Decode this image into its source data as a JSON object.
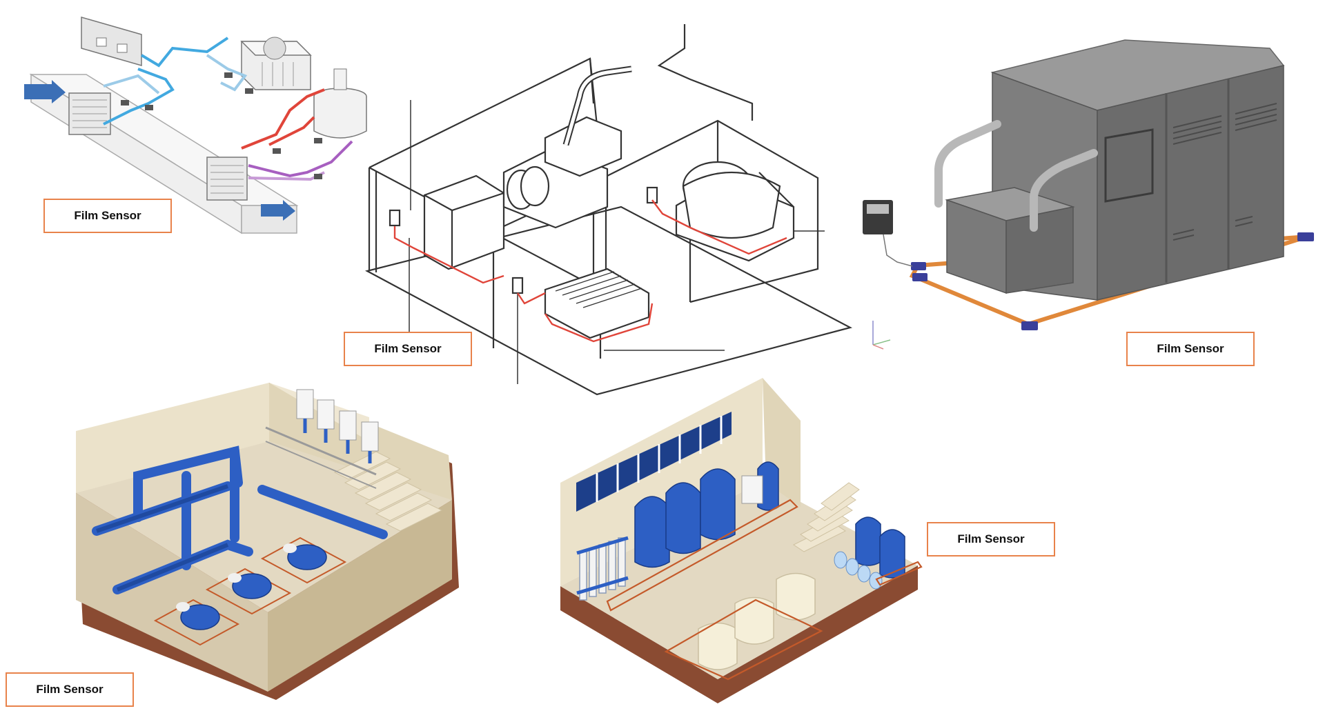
{
  "labels": [
    {
      "text": "Film Sensor"
    },
    {
      "text": "Film Sensor"
    },
    {
      "text": "Film Sensor"
    },
    {
      "text": "Film Sensor"
    },
    {
      "text": "Film Sensor"
    }
  ],
  "colors": {
    "label_border": "#e8824a",
    "sensor_line": "#e06a2a",
    "pipe_blue": "#2d5fc4",
    "pipe_light_blue": "#42a9e0",
    "pipe_red": "#e0453a",
    "pipe_purple": "#a75fc0",
    "enclosure_gray": "#7a7a7a",
    "floor_beige": "#ddd3bc",
    "wall_beige": "#ece4cf",
    "base_brown": "#8a4b32"
  }
}
